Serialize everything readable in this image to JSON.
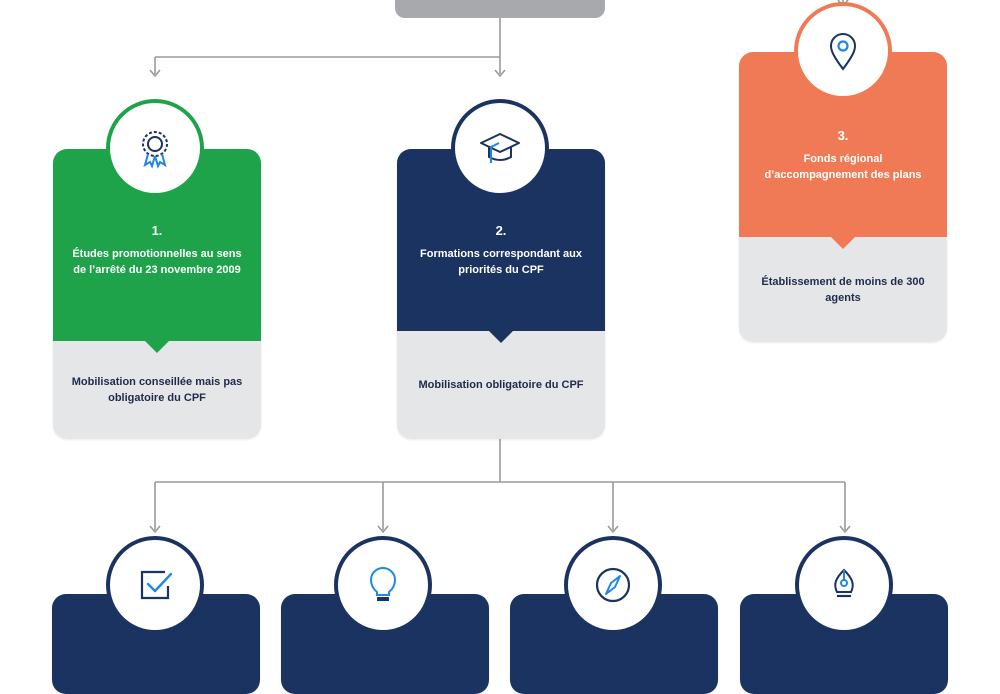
{
  "colors": {
    "green": "#1ea34a",
    "navy": "#1b3360",
    "orange": "#f07a55",
    "grey": "#e5e6e8",
    "accent_blue": "#1e88e5",
    "connector": "#9a9a9a"
  },
  "categories": [
    {
      "number": "1.",
      "title": "Études promotionnelles au sens de l’arrêté du 23 novembre 2009",
      "note": "Mobilisation conseillée mais pas obligatoire du CPF",
      "icon": "award-ribbon-icon"
    },
    {
      "number": "2.",
      "title": "Formations correspondant aux priorités du CPF",
      "note": "Mobilisation obligatoire du CPF",
      "icon": "graduation-cap-icon"
    },
    {
      "number": "3.",
      "title": "Fonds régional d’accompagnement des plans",
      "note": "Établissement de moins de 300 agents",
      "icon": "location-pin-icon"
    }
  ],
  "subcategories": [
    {
      "icon": "checkbox-icon"
    },
    {
      "icon": "lightbulb-icon"
    },
    {
      "icon": "compass-icon"
    },
    {
      "icon": "fountain-pen-icon"
    }
  ]
}
